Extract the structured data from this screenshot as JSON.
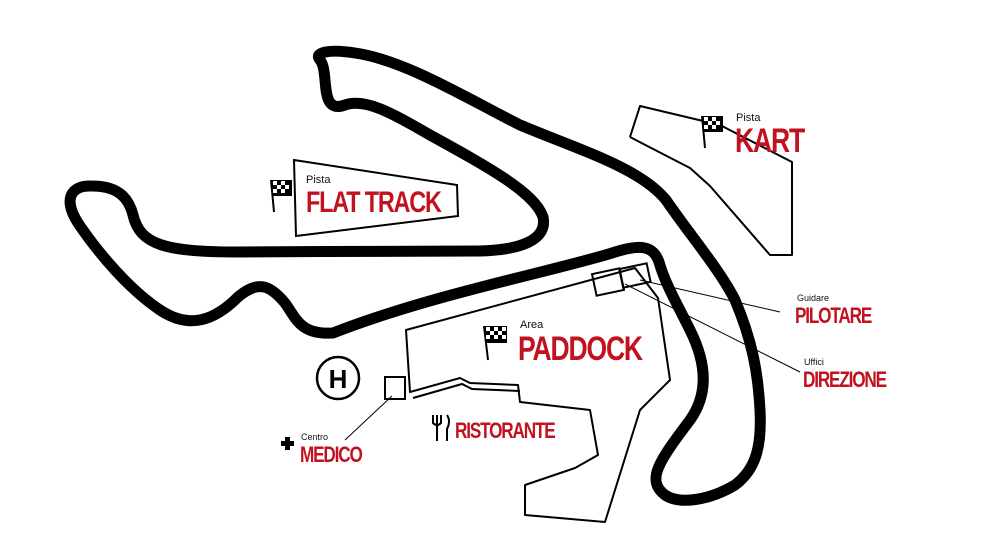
{
  "colors": {
    "accent": "#c1121f",
    "track": "#000000",
    "background": "#ffffff"
  },
  "labels": {
    "flat_track": {
      "prefix": "Pista",
      "name": "FLAT TRACK",
      "icon": "checkered-flag-icon"
    },
    "kart": {
      "prefix": "Pista",
      "name": "KART",
      "icon": "checkered-flag-icon"
    },
    "paddock": {
      "prefix": "Area",
      "name": "PADDOCK",
      "icon": "checkered-flag-icon"
    },
    "pilotare": {
      "prefix": "Guidare",
      "name": "PILOTARE"
    },
    "direzione": {
      "prefix": "Uffici",
      "name": "DIREZIONE"
    },
    "ristorante": {
      "name": "RISTORANTE",
      "icon": "fork-knife-icon"
    },
    "medico": {
      "prefix": "Centro",
      "name": "MEDICO",
      "icon": "medical-cross-icon"
    },
    "helipad": {
      "letter": "H",
      "icon": "helipad-icon"
    }
  }
}
